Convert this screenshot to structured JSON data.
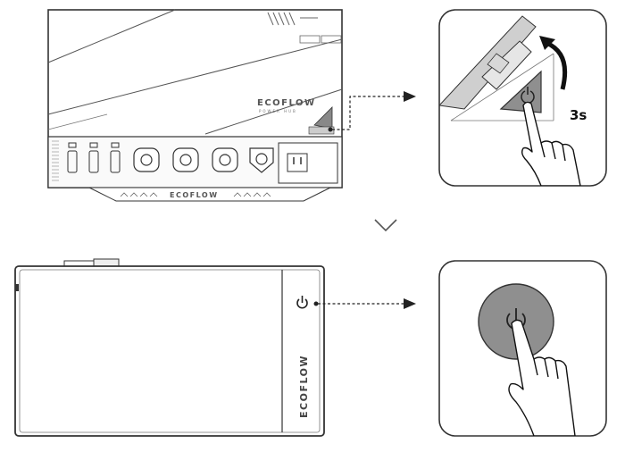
{
  "brand": {
    "logo": "ECOFLOW",
    "tagline": "POWER HUB"
  },
  "step1": {
    "hold_duration": "3s",
    "port_labels": [
      "",
      "",
      "",
      "",
      "",
      "",
      "",
      ""
    ],
    "icon": "power-icon"
  },
  "step2": {
    "icon": "power-icon"
  },
  "colors": {
    "line": "#333333",
    "button": "#8f8f8f",
    "button_dark": "#6f6f6f",
    "panel": "#f2f2f2"
  }
}
